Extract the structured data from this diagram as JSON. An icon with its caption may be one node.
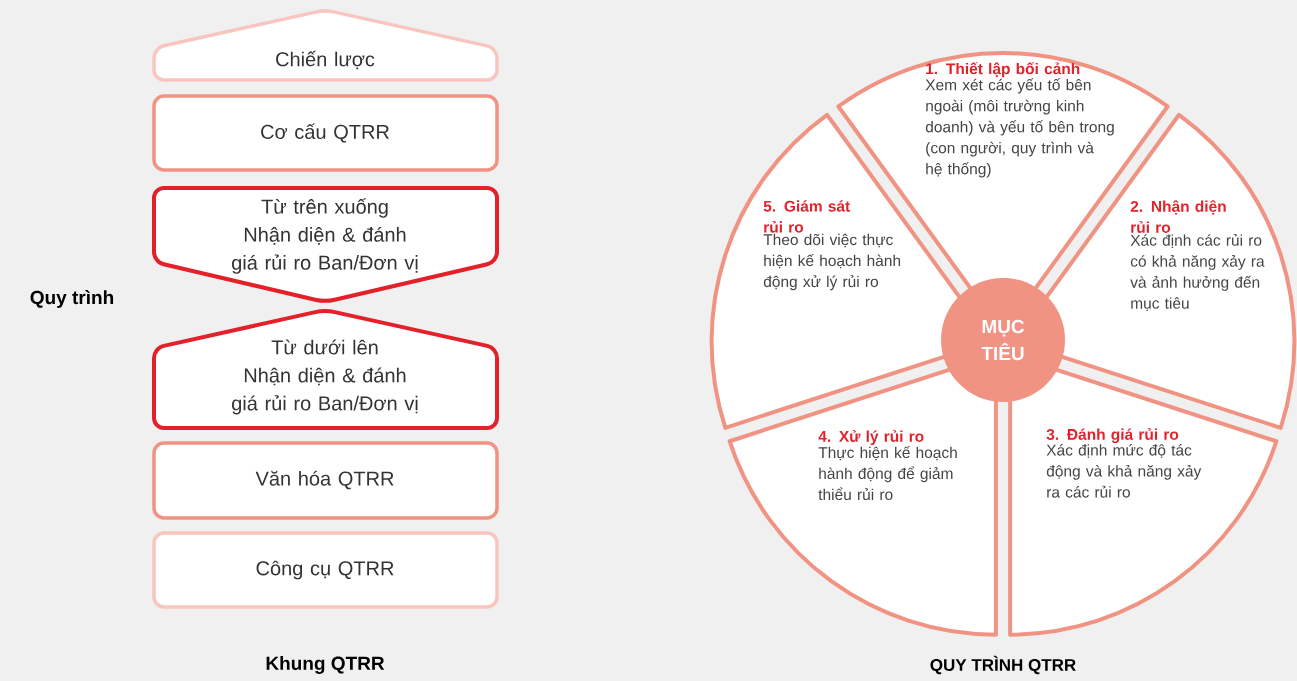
{
  "diagram": {
    "nodes": [
      {
        "text": [
          "Chiến lược"
        ]
      },
      {
        "text": [
          "Cơ cấu QTRR"
        ]
      },
      {
        "text": [
          "Từ trên xuống",
          "Nhận diện & đánh giá rủi ro Ban/Đơn vị"
        ]
      },
      {
        "text": [
          "Từ dưới lên",
          "Nhận diện & đánh giá rủi ro Ban/Đơn vị"
        ]
      },
      {
        "text": [
          "Văn hóa QTRR"
        ]
      },
      {
        "text": [
          "Công cụ QTRR"
        ]
      },
      {
        "text": [
          "1. Thiết lập bối cảnh",
          "Xem xét các yếu tố bên ngoài (môi trường kinh doanh) và yếu tố bên trong (con người, quy trình và hệ thống)"
        ]
      },
      {
        "text": [
          "2. Nhận diện rủi ro",
          "Xác định các rủi ro có khả năng xảy ra và ảnh hưởng đến mục tiêu"
        ]
      },
      {
        "text": [
          "3. Đánh giá rủi ro",
          "Xác định mức độ tác động và khả năng xảy ra các rủi ro"
        ]
      },
      {
        "text": [
          "4. Xử lý rủi ro",
          "Thực hiện kế hoạch hành động để giảm thiểu rủi ro"
        ]
      },
      {
        "text": [
          "5. Giám sát rủi ro",
          "Theo dõi việc thực hiện kế hoạch hành động xử lý rủi ro"
        ]
      },
      {
        "text": [
          "MỤC TIÊU"
        ]
      }
    ],
    "labels": [
      "Quy trình",
      "Khung QTRR",
      "QUY TRÌNH QTRR"
    ]
  }
}
